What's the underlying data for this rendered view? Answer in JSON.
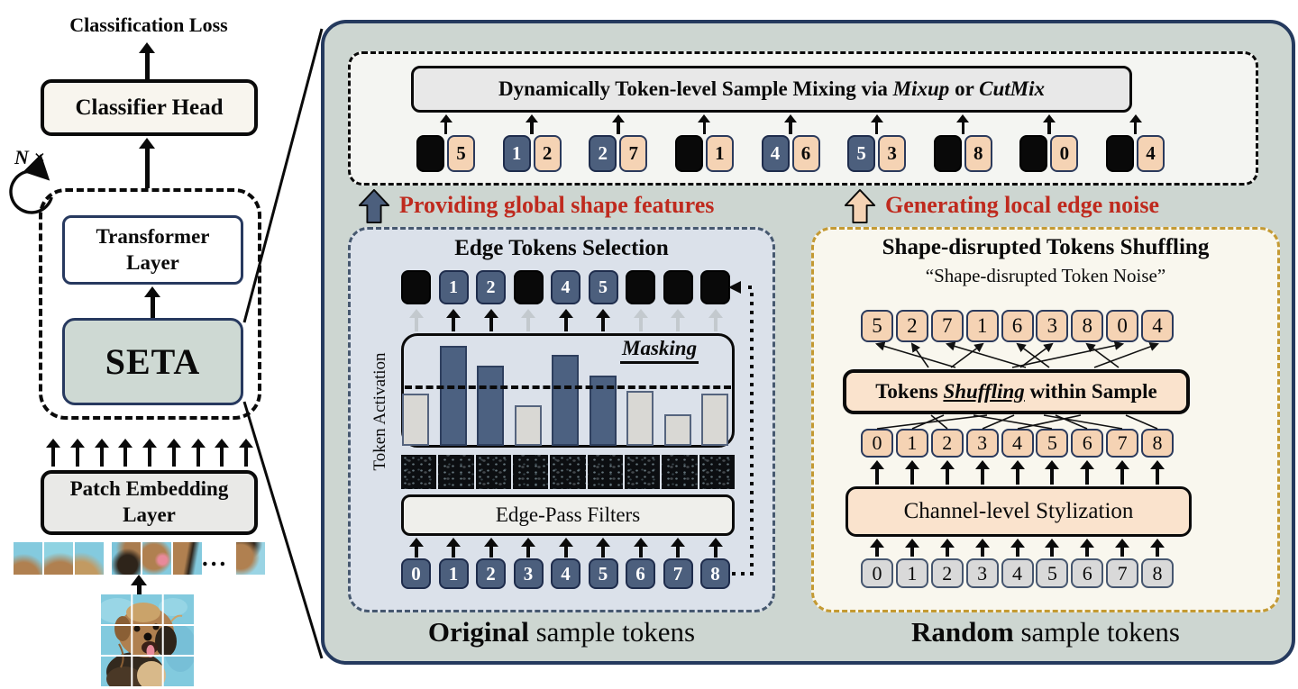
{
  "left_diagram": {
    "loss_label": "Classification Loss",
    "classifier_head_label": "Classifier Head",
    "loop_label": "N ×",
    "transformer_label": "Transformer Layer",
    "seta_label": "SETA",
    "patch_embed_label": "Patch Embedding Layer",
    "ellipsis": "..."
  },
  "mix_header": {
    "title_pre": "Dynamically Token-level Sample Mixing via ",
    "mixup": "Mixup",
    "title_mid": " or ",
    "cutmix": "CutMix",
    "pairs": [
      {
        "left": {
          "v": "",
          "t": "black"
        },
        "right": {
          "v": "5",
          "t": "peach"
        }
      },
      {
        "left": {
          "v": "1",
          "t": "dark"
        },
        "right": {
          "v": "2",
          "t": "peach"
        }
      },
      {
        "left": {
          "v": "2",
          "t": "dark"
        },
        "right": {
          "v": "7",
          "t": "peach"
        }
      },
      {
        "left": {
          "v": "",
          "t": "black"
        },
        "right": {
          "v": "1",
          "t": "peach"
        }
      },
      {
        "left": {
          "v": "4",
          "t": "dark"
        },
        "right": {
          "v": "6",
          "t": "peach"
        }
      },
      {
        "left": {
          "v": "5",
          "t": "dark"
        },
        "right": {
          "v": "3",
          "t": "peach"
        }
      },
      {
        "left": {
          "v": "",
          "t": "black"
        },
        "right": {
          "v": "8",
          "t": "peach"
        }
      },
      {
        "left": {
          "v": "",
          "t": "black"
        },
        "right": {
          "v": "0",
          "t": "peach"
        }
      },
      {
        "left": {
          "v": "",
          "t": "black"
        },
        "right": {
          "v": "4",
          "t": "peach"
        }
      }
    ]
  },
  "flow_labels": {
    "left_arrow_label": "Providing global shape features",
    "right_arrow_label": "Generating local edge noise",
    "accent_red": "#bf2a1e",
    "dark_token_color": "#4c5f7d",
    "peach_token_color": "#f5d3b4"
  },
  "edge_panel": {
    "title": "Edge Tokens Selection",
    "selected_tokens": [
      {
        "v": "",
        "t": "black"
      },
      {
        "v": "1",
        "t": "dark"
      },
      {
        "v": "2",
        "t": "dark"
      },
      {
        "v": "",
        "t": "black"
      },
      {
        "v": "4",
        "t": "dark"
      },
      {
        "v": "5",
        "t": "dark"
      },
      {
        "v": "",
        "t": "black"
      },
      {
        "v": "",
        "t": "black"
      },
      {
        "v": "",
        "t": "black"
      }
    ],
    "ylabel": "Token Activation",
    "masking_label": "Masking",
    "filters_label": "Edge-Pass Filters",
    "input_tokens": [
      {
        "v": "0",
        "t": "dark"
      },
      {
        "v": "1",
        "t": "dark"
      },
      {
        "v": "2",
        "t": "dark"
      },
      {
        "v": "3",
        "t": "dark"
      },
      {
        "v": "4",
        "t": "dark"
      },
      {
        "v": "5",
        "t": "dark"
      },
      {
        "v": "6",
        "t": "dark"
      },
      {
        "v": "7",
        "t": "dark"
      },
      {
        "v": "8",
        "t": "dark"
      }
    ],
    "caption_bold": "Original",
    "caption_rest": " sample tokens"
  },
  "shuffle_panel": {
    "title": "Shape-disrupted Tokens Shuffling",
    "subtitle": "“Shape-disrupted Token Noise”",
    "shuffled_tokens": [
      {
        "v": "5",
        "t": "peach"
      },
      {
        "v": "2",
        "t": "peach"
      },
      {
        "v": "7",
        "t": "peach"
      },
      {
        "v": "1",
        "t": "peach"
      },
      {
        "v": "6",
        "t": "peach"
      },
      {
        "v": "3",
        "t": "peach"
      },
      {
        "v": "8",
        "t": "peach"
      },
      {
        "v": "0",
        "t": "peach"
      },
      {
        "v": "4",
        "t": "peach"
      }
    ],
    "box_pre": "Tokens ",
    "box_em": "Shuffling",
    "box_post": " within Sample",
    "mid_tokens": [
      {
        "v": "0",
        "t": "peach"
      },
      {
        "v": "1",
        "t": "peach"
      },
      {
        "v": "2",
        "t": "peach"
      },
      {
        "v": "3",
        "t": "peach"
      },
      {
        "v": "4",
        "t": "peach"
      },
      {
        "v": "5",
        "t": "peach"
      },
      {
        "v": "6",
        "t": "peach"
      },
      {
        "v": "7",
        "t": "peach"
      },
      {
        "v": "8",
        "t": "peach"
      }
    ],
    "stylize_label": "Channel-level Stylization",
    "input_tokens": [
      {
        "v": "0",
        "t": "gray"
      },
      {
        "v": "1",
        "t": "gray"
      },
      {
        "v": "2",
        "t": "gray"
      },
      {
        "v": "3",
        "t": "gray"
      },
      {
        "v": "4",
        "t": "gray"
      },
      {
        "v": "5",
        "t": "gray"
      },
      {
        "v": "6",
        "t": "gray"
      },
      {
        "v": "7",
        "t": "gray"
      },
      {
        "v": "8",
        "t": "gray"
      }
    ],
    "caption_bold": "Random",
    "caption_rest": " sample tokens"
  },
  "chart_data": {
    "type": "bar",
    "title": "Token Activation per token (Edge Tokens Selection)",
    "categories": [
      "0",
      "1",
      "2",
      "3",
      "4",
      "5",
      "6",
      "7",
      "8"
    ],
    "values": [
      0.46,
      0.89,
      0.71,
      0.36,
      0.81,
      0.62,
      0.49,
      0.28,
      0.46
    ],
    "threshold": 0.52,
    "above_threshold_tokens": [
      "1",
      "2",
      "4",
      "5"
    ],
    "ylabel": "Token Activation",
    "annotation": "Masking",
    "bar_color_above": "#4c6181",
    "bar_color_below": "#d9d8d4",
    "grid": false,
    "legend": false
  }
}
